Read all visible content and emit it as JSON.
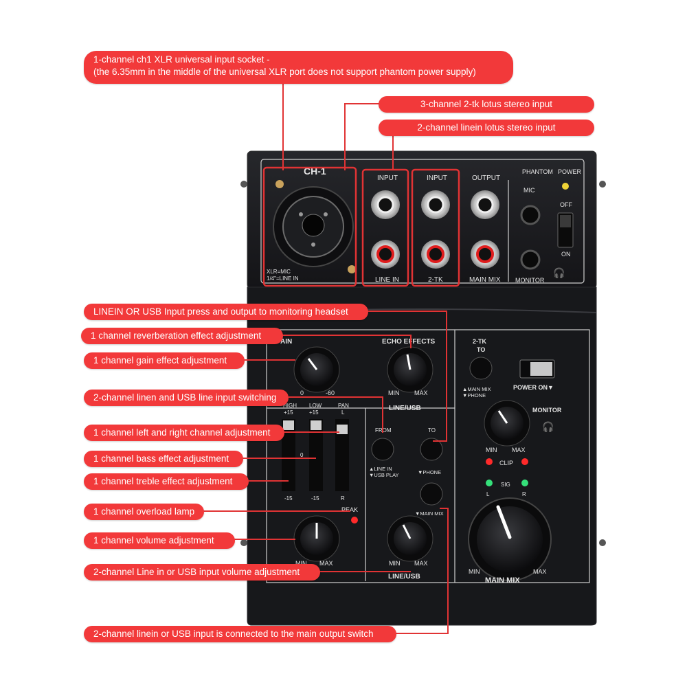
{
  "colors": {
    "callout": "#f2393a",
    "device_body": "#1a1b1e",
    "panel_line": "#cfcfcf",
    "frame": "#e13334",
    "led_red": "#ff2a2a",
    "led_green": "#35e07a",
    "led_yellow": "#f0d437"
  },
  "callouts": {
    "xlr_line1": "1-channel ch1 XLR universal input socket -",
    "xlr_line2": "(the 6.35mm in the middle of the universal XLR port does not support phantom power supply)",
    "tk": "3-channel 2-tk lotus stereo input",
    "linein": "2-channel linein lotus stereo input",
    "monitor": "LINEIN OR USB Input press and output to monitoring headset",
    "reverb": "1 channel reverberation effect adjustment",
    "gain": "1 channel gain effect adjustment",
    "switching": "2-channel linen and USB line input switching",
    "pan": "1 channel left and right channel adjustment",
    "bass": "1 channel bass effect adjustment",
    "treble": "1 channel treble effect adjustment",
    "overload": "1 channel overload lamp",
    "volume": "1 channel volume adjustment",
    "line_volume": "2-channel Line in or USB input volume adjustment",
    "main_switch": "2-channel linein or USB input is connected to the main output switch"
  },
  "panel": {
    "ch1": "CH-1",
    "xlr_note1": "XLR=MIC",
    "xlr_note2": "1/4\"=LINE IN",
    "input1": "INPUT",
    "line_in": "LINE IN",
    "input2": "INPUT",
    "two_tk": "2-TK",
    "output": "OUTPUT",
    "main_mix": "MAIN MIX",
    "phantom": "PHANTOM",
    "power": "POWER",
    "mic": "MIC",
    "off": "OFF",
    "on": "ON",
    "monitor": "MONITOR",
    "gain": "AIN",
    "gain_min": "0",
    "gain_max": "-60",
    "echo": "ECHO EFFECTS",
    "echo_min": "MIN",
    "echo_max": "MAX",
    "high": "HIGH",
    "high_val": "+15",
    "low": "LOW",
    "low_val": "+15",
    "pan": "PAN",
    "pan_l": "L",
    "eq_zero": "0",
    "high_min": "-15",
    "low_min": "-15",
    "pan_r": "R",
    "peak": "PEAK",
    "vol_min": "MIN",
    "vol_max": "MAX",
    "line_usb": "LINE/USB",
    "from": "FROM",
    "to": "TO",
    "from_sub1": "▲LINE IN",
    "from_sub2": "▼USB PLAY",
    "phone_top": "▼PHONE",
    "main_mix_btn": "▼MAIN MIX",
    "lu_min": "MIN",
    "lu_max": "MAX",
    "lu_label": "LINE/USB",
    "tk_to1": "2-TK",
    "tk_to2": "TO",
    "tk_sub1": "▲MAIN MIX",
    "tk_sub2": "▼PHONE",
    "power_on": "POWER ON▼",
    "mon_min": "MIN",
    "mon_max": "MAX",
    "mon_label": "MONITOR",
    "clip": "CLIP",
    "sig": "SIG",
    "sig_l": "L",
    "sig_r": "R",
    "mm_min": "MIN",
    "mm_max": "MAX",
    "mm_label": "MAIN MIX"
  }
}
